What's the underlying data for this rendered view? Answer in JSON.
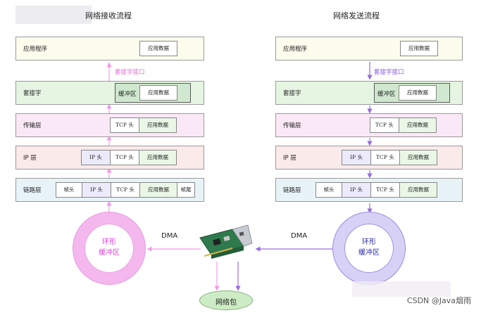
{
  "receive": {
    "title": "网络接收流程",
    "app_label": "应用程序",
    "app_data": "应用数据",
    "socket_api": "套接字接口",
    "socket_label": "套接字",
    "socket_buffer": "缓冲区",
    "socket_data": "应用数据",
    "transport_label": "传输层",
    "transport_tcp": "TCP 头",
    "transport_data": "应用数据",
    "ip_label": "IP 层",
    "ip_ip": "IP 头",
    "ip_tcp": "TCP 头",
    "ip_data": "应用数据",
    "link_label": "链路层",
    "link_frame_head": "帧头",
    "link_ip": "IP 头",
    "link_tcp": "TCP 头",
    "link_data": "应用数据",
    "link_frame_tail": "帧尾",
    "ring_line1": "环形",
    "ring_line2": "缓冲区",
    "dma": "DMA"
  },
  "send": {
    "title": "网络发送流程",
    "app_label": "应用程序",
    "app_data": "应用数据",
    "socket_api": "套接字接口",
    "socket_label": "套接字",
    "socket_buffer": "缓冲区",
    "socket_data": "应用数据",
    "transport_label": "传输层",
    "transport_tcp": "TCP 头",
    "transport_data": "应用数据",
    "ip_label": "IP 层",
    "ip_ip": "IP 头",
    "ip_tcp": "TCP 头",
    "ip_data": "应用数据",
    "link_label": "链路层",
    "link_frame_head": "帧头",
    "link_ip": "IP 头",
    "link_tcp": "TCP 头",
    "link_data": "应用数据",
    "ring_line1": "环形",
    "ring_line2": "缓冲区",
    "dma": "DMA"
  },
  "packet": "网络包",
  "watermark": "CSDN @Java烟雨",
  "colors": {
    "app": "#fdfdee",
    "socket": "#e6f5e2",
    "transport": "#fbe8f7",
    "ip": "#fbeaea",
    "link": "#e8f3f8",
    "receive_arrow": "#f29ce6",
    "send_arrow": "#9a6be0",
    "receive_ring": "#f07ee8",
    "send_ring": "#9b8ae0",
    "receive_ring_text": "#e23fd6",
    "send_ring_text": "#2b2aa8"
  }
}
